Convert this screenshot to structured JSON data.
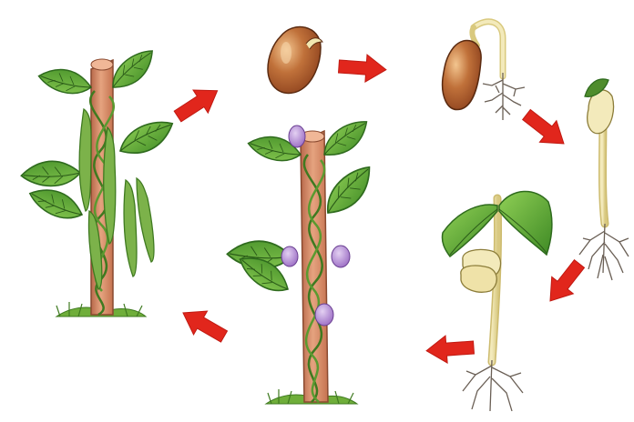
{
  "diagram": {
    "type": "life-cycle",
    "direction": "clockwise",
    "colors": {
      "background": "#ffffff",
      "arrow": "#e1261c",
      "leaf": "#5fa833",
      "leaf_dark": "#2f6b1e",
      "vein": "#2a5a18",
      "pole": "#d98a66",
      "pole_dark": "#a85a3c",
      "seed": "#a65226",
      "seed_highlight": "#f0c08a",
      "stem": "#efe2a8",
      "root": "#6a5f55",
      "flower": "#b489d6",
      "pod": "#7cb24a",
      "grass": "#6fae3a"
    },
    "stages": [
      {
        "id": "seed",
        "icon": "bean-seed-icon"
      },
      {
        "id": "germinating-seed",
        "icon": "germinating-seed-icon"
      },
      {
        "id": "seedling",
        "icon": "seedling-icon"
      },
      {
        "id": "young-plant",
        "icon": "young-plant-icon"
      },
      {
        "id": "flowering-plant",
        "icon": "flowering-plant-icon"
      },
      {
        "id": "plant-with-pods",
        "icon": "pod-plant-icon"
      }
    ],
    "arrow_count": 6
  }
}
